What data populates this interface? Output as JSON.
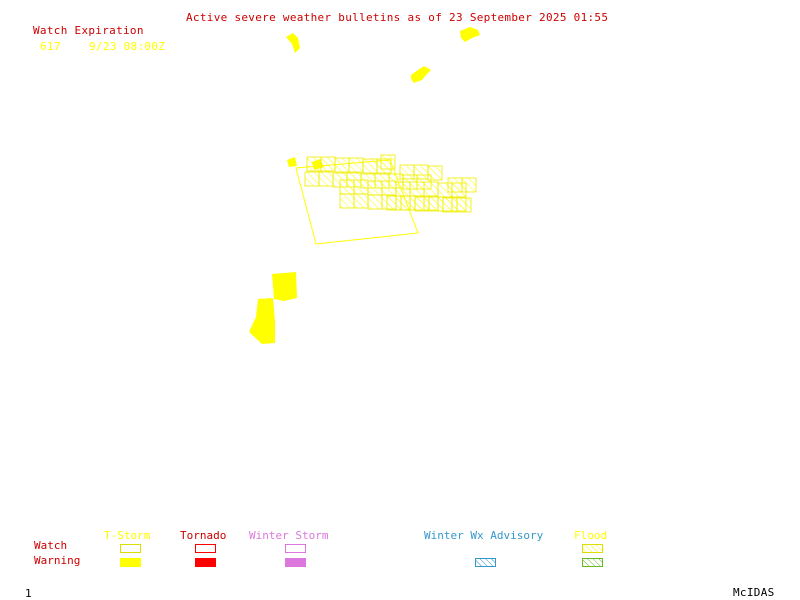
{
  "header": {
    "title": "Active severe weather bulletins as of 23 September 2025 01:55"
  },
  "watch_expiration": {
    "label": "Watch Expiration",
    "entries": [
      {
        "number": "617",
        "expires": "9/23 08:00Z"
      }
    ]
  },
  "legend": {
    "row_labels": {
      "watch": "Watch",
      "warning": "Warning"
    },
    "categories": [
      {
        "name": "T-Storm",
        "color": "#ffff00"
      },
      {
        "name": "Tornado",
        "color": "#ff0000"
      },
      {
        "name": "Winter Storm",
        "color": "#dd77dd"
      },
      {
        "name": "Winter Wx Advisory",
        "color": "#3399cc"
      },
      {
        "name": "Flood",
        "color": "#ffff00",
        "warning_color": "#66bb22"
      }
    ]
  },
  "footer": {
    "page": "1",
    "product": "McIDAS"
  },
  "colors": {
    "title": "#cc0000",
    "watch_text": "#ffff00",
    "background": "#ffffff"
  },
  "map_features": [
    {
      "kind": "tstorm-warning",
      "label": "thunderstorm warning polygon"
    },
    {
      "kind": "tstorm-watch",
      "label": "severe thunderstorm watch 617 outline"
    },
    {
      "kind": "flood-watch",
      "label": "flood watch county hatching"
    }
  ]
}
